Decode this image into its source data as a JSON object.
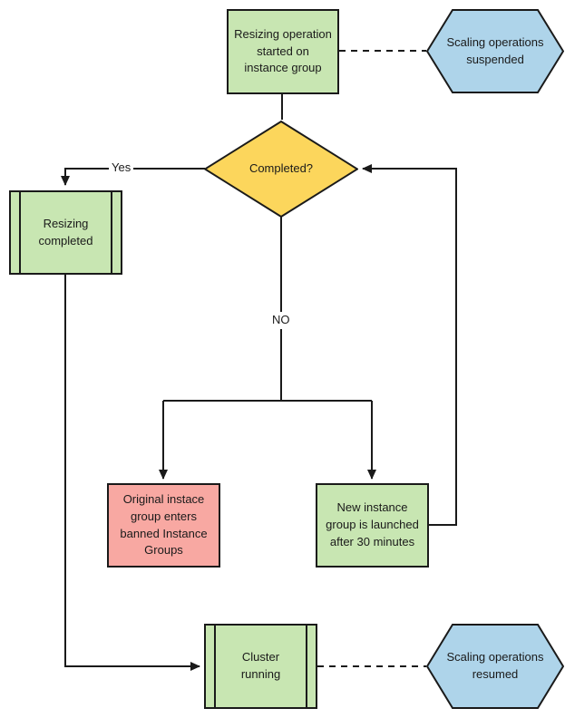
{
  "diagram": {
    "type": "flowchart",
    "colors": {
      "process_green": "#c8e6b2",
      "decision_yellow": "#fcd65c",
      "event_blue": "#aed4ea",
      "warning_red": "#f8a8a2",
      "line": "#1a1a1a",
      "background": "#ffffff"
    },
    "nodes": {
      "start": {
        "label": "Resizing operation\nstarted on\ninstance group",
        "shape": "process"
      },
      "suspended": {
        "label": "Scaling operations\nsuspended",
        "shape": "hexagon"
      },
      "completed": {
        "label": "Completed?",
        "shape": "decision"
      },
      "resizing_completed": {
        "label": "Resizing\ncompleted",
        "shape": "predefined-process"
      },
      "banned": {
        "label": "Original instace\ngroup enters\nbanned Instance\nGroups",
        "shape": "process"
      },
      "new_group": {
        "label": "New instance\ngroup is launched\nafter 30 minutes",
        "shape": "process"
      },
      "cluster_running": {
        "label": "Cluster\nrunning",
        "shape": "predefined-process"
      },
      "resumed": {
        "label": "Scaling operations\nresumed",
        "shape": "hexagon"
      }
    },
    "edge_labels": {
      "yes": "Yes",
      "no": "NO"
    }
  }
}
